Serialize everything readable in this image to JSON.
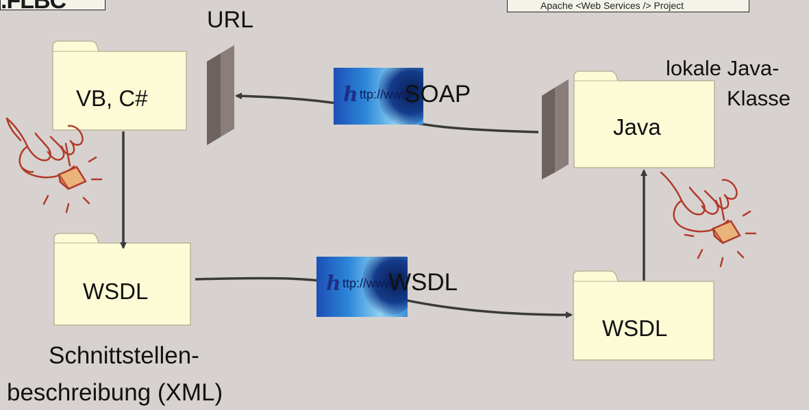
{
  "header": {
    "logo_text": ".FLBC",
    "caption": "Apache <Web Services /> Project"
  },
  "labels": {
    "url": "URL",
    "soap": "SOAP",
    "wsdl_transfer": "WSDL",
    "lokale_java_line1": "lokale Java-",
    "lokale_java_line2": "Klasse",
    "schnitt_line1": "Schnittstellen-",
    "schnitt_line2": "beschreibung (XML)"
  },
  "folders": {
    "client_code": "VB, C#",
    "client_wsdl": "WSDL",
    "server_java": "Java",
    "server_wsdl": "WSDL"
  },
  "badges": {
    "http_text": "ttp://www",
    "http_initial": "h"
  },
  "colors": {
    "background": "#d7d2cf",
    "folder_fill": "#fcfbd6",
    "arrow": "#3a3a3a",
    "hand": "#b13a2a",
    "button": "#e9b37a",
    "endpoint": "#7a6d6b"
  }
}
